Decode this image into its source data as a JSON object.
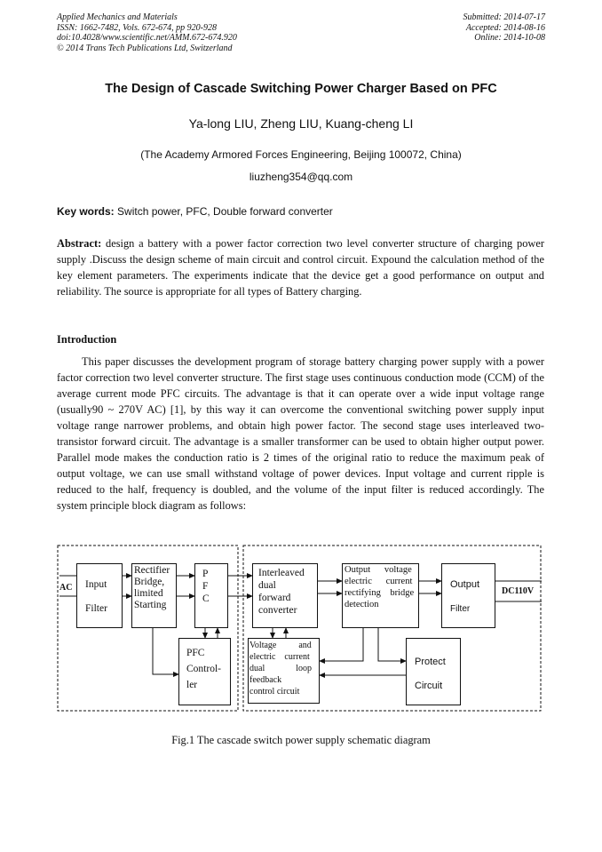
{
  "header": {
    "journal": "Applied Mechanics and Materials",
    "issn": "ISSN: 1662-7482, Vols. 672-674, pp 920-928",
    "doi": "doi:10.4028/www.scientific.net/AMM.672-674.920",
    "copyright": "© 2014 Trans Tech Publications Ltd, Switzerland",
    "submitted": "Submitted: 2014-07-17",
    "accepted": "Accepted: 2014-08-16",
    "online": "Online: 2014-10-08"
  },
  "title": "The Design of Cascade Switching Power Charger Based on PFC",
  "authors": "Ya-long LIU, Zheng LIU, Kuang-cheng LI",
  "affiliation": "(The Academy Armored Forces Engineering, Beijing 100072, China)",
  "email": "liuzheng354@qq.com",
  "keywords": {
    "label": "Key words:",
    "text": " Switch power, PFC, Double forward converter"
  },
  "abstract": {
    "label": "Abstract:",
    "text": " design a battery with a power factor correction two level converter structure of charging power supply .Discuss the design scheme of main circuit and control circuit. Expound the calculation method of the key element parameters. The experiments indicate that the device get a good performance on output and reliability. The source is appropriate for all types of Battery charging."
  },
  "introduction": {
    "heading": "Introduction",
    "body": "This paper discusses the development program of storage battery charging power supply with a power factor correction two level converter structure. The first stage uses continuous conduction mode (CCM) of the average current mode PFC circuits. The advantage is that it can operate over a wide input voltage range (usually90 ~ 270V AC) [1], by this way it can overcome the conventional switching power supply input voltage range narrower problems, and obtain high power factor. The second stage uses interleaved two-transistor forward circuit. The advantage is a smaller transformer can be used to obtain higher output power. Parallel mode makes the conduction ratio is 2 times of the original ratio to reduce the maximum peak of output voltage, we can use small withstand voltage of power devices. Input voltage and current ripple is reduced to the half, frequency is doubled, and the volume of the input filter is reduced accordingly. The system principle block diagram as follows:"
  },
  "figure": {
    "ac_label": "AC",
    "dc_label": "DC110V",
    "input_filter": [
      "Input",
      "Filter"
    ],
    "rectifier": [
      "Rectifier",
      "Bridge,",
      "limited",
      "Starting"
    ],
    "pfc": [
      "P",
      "F",
      "C"
    ],
    "pfc_controller": [
      "PFC",
      "Control-",
      "ler"
    ],
    "interleaved": [
      "Interleaved",
      "dual",
      "forward",
      "converter"
    ],
    "voltage_detection": [
      "Output      voltage",
      "electric      current",
      "rectifying    bridge",
      "detection"
    ],
    "output_filter": [
      "Output",
      "Filter"
    ],
    "feedback": [
      "Voltage          and",
      "electric    current",
      "dual              loop",
      "feedback",
      "control circuit"
    ],
    "protect": [
      "Protect",
      "Circuit"
    ],
    "caption": "Fig.1 The cascade switch power supply schematic diagram"
  }
}
